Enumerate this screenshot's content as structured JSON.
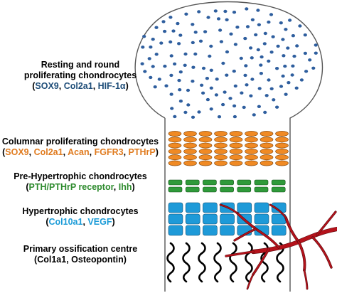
{
  "zones": [
    {
      "id": "resting",
      "title_lines": [
        "Resting and round",
        "proliferating chondrocytes"
      ],
      "markers": [
        "SOX9",
        "Col2a1",
        "HIF-1α"
      ],
      "marker_color": "#1f4e79",
      "cell_color": "#2e5e9e"
    },
    {
      "id": "columnar",
      "title_lines": [
        "Columnar proliferating chondrocytes"
      ],
      "markers": [
        "SOX9",
        "Col2a1",
        "Acan",
        "FGFR3",
        "PTHrP"
      ],
      "marker_color": "#e07b1f",
      "cell_color": "#f08a24"
    },
    {
      "id": "prehypertrophic",
      "title_lines": [
        "Pre-Hypertrophic chondrocytes"
      ],
      "markers": [
        "PTH/PTHrP receptor",
        "Ihh"
      ],
      "marker_color": "#2e8b2e",
      "cell_color": "#2f9a3a"
    },
    {
      "id": "hypertrophic",
      "title_lines": [
        "Hypertrophic chondrocytes"
      ],
      "markers": [
        "Col10a1",
        "VEGF"
      ],
      "marker_color": "#1a9bd7",
      "cell_color": "#1e9ad8"
    },
    {
      "id": "ossification",
      "title_lines": [
        "Primary ossification centre"
      ],
      "markers": [
        "Col1a1",
        "Osteopontin"
      ],
      "marker_color": "#000000",
      "cell_color": "#000000"
    }
  ],
  "vessel_color": "#b5121b"
}
